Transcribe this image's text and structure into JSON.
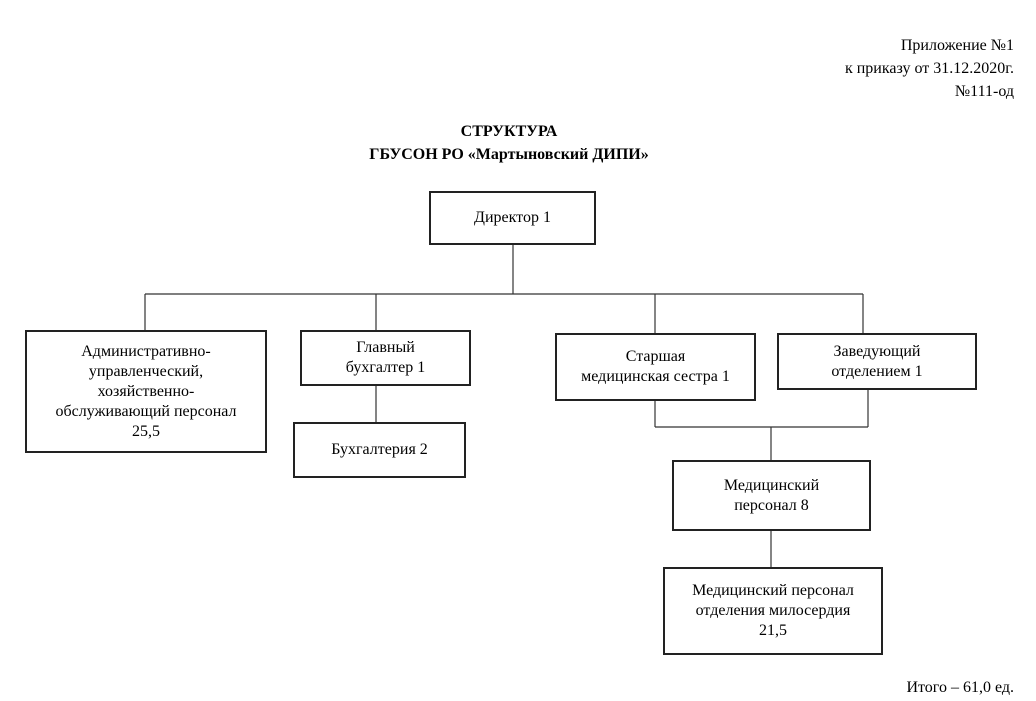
{
  "appendix": {
    "line1": "Приложение №1",
    "line2": "к приказу от 31.12.2020г.",
    "line3": "№111-од"
  },
  "title": {
    "line1": "СТРУКТУРА",
    "line2": "ГБУСОН РО «Мартыновский ДИПИ»"
  },
  "boxes": {
    "director": "Директор 1",
    "admin_staff": "Административно-\nуправленческий,\nхозяйственно-\nобслуживающий персонал\n25,5",
    "chief_accountant": "Главный\nбухгалтер 1",
    "accounting": "Бухгалтерия 2",
    "head_nurse": "Старшая\nмедицинская сестра 1",
    "dept_head": "Заведующий\nотделением 1",
    "medical_staff": "Медицинский\nперсонал 8",
    "mercy_staff": "Медицинский персонал\nотделения милосердия\n21,5"
  },
  "total": "Итого – 61,0 ед."
}
